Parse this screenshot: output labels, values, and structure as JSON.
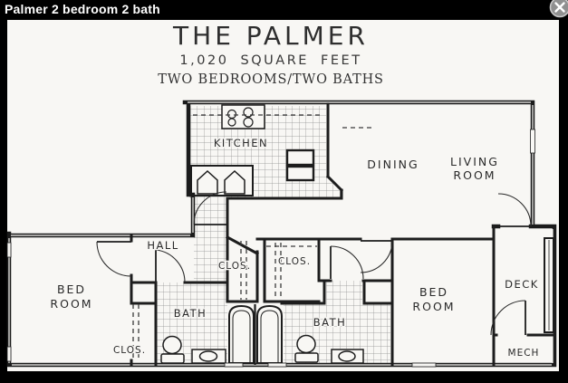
{
  "window": {
    "title": "Palmer 2 bedroom 2 bath",
    "close_icon": "x-in-circle"
  },
  "plan": {
    "title": "THE PALMER",
    "area": "1,020 SQUARE FEET",
    "config": "TWO BEDROOMS/TWO BATHS",
    "rooms": {
      "kitchen": "KITCHEN",
      "dining": "DINING",
      "living1": "LIVING",
      "living2": "ROOM",
      "hall": "HALL",
      "bed1a": "BED",
      "bed1b": "ROOM",
      "bed2a": "BED",
      "bed2b": "ROOM",
      "bath1": "BATH",
      "bath2": "BATH",
      "clos1": "CLOS.",
      "clos2": "CLOS.",
      "clos3": "CLOS.",
      "deck": "DECK",
      "mech": "MECH"
    }
  },
  "colors": {
    "titlebar_bg": "#000000",
    "titlebar_text": "#ffffff",
    "paper": "#f8f7f4",
    "ink": "#1d1d1d",
    "close_button": "#909090"
  }
}
